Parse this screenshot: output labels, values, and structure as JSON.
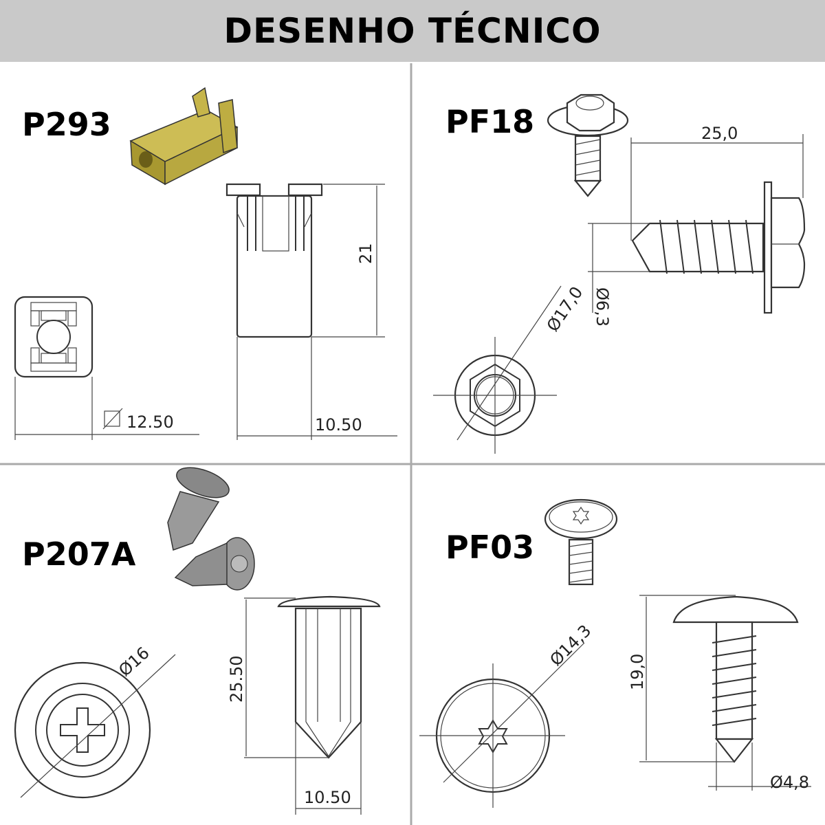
{
  "header": {
    "title": "DESENHO TÉCNICO"
  },
  "panels": [
    {
      "code": "P293",
      "dims": {
        "diagonal": "12.50",
        "height": "21",
        "width": "10.50"
      },
      "render_color": "#b5a53a"
    },
    {
      "code": "PF18",
      "dims": {
        "length": "25,0",
        "shank_diameter": "Ø6,3",
        "head_diameter": "Ø17,0"
      }
    },
    {
      "code": "P207A",
      "dims": {
        "head_diameter": "Ø16",
        "height": "25.50",
        "width": "10.50"
      }
    },
    {
      "code": "PF03",
      "dims": {
        "head_diameter": "Ø14,3",
        "length": "19,0",
        "shank_diameter": "Ø4,8"
      }
    }
  ]
}
